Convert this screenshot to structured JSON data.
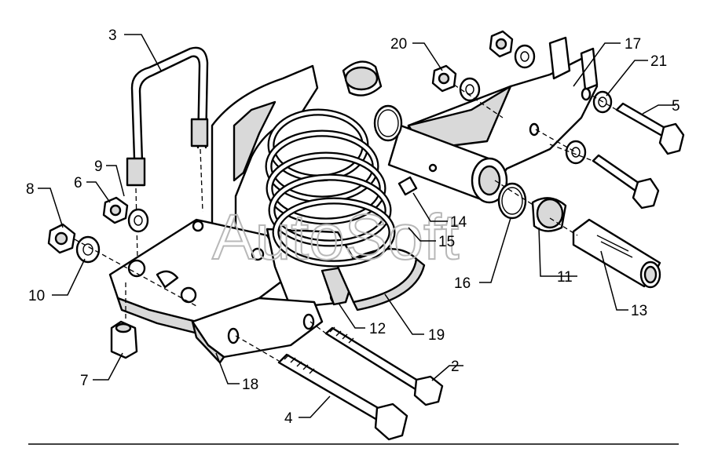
{
  "watermark": "AutoSoft",
  "callouts": [
    "2",
    "3",
    "4",
    "5",
    "6",
    "7",
    "8",
    "9",
    "10",
    "11",
    "12",
    "13",
    "14",
    "15",
    "16",
    "17",
    "18",
    "19",
    "20",
    "21"
  ]
}
